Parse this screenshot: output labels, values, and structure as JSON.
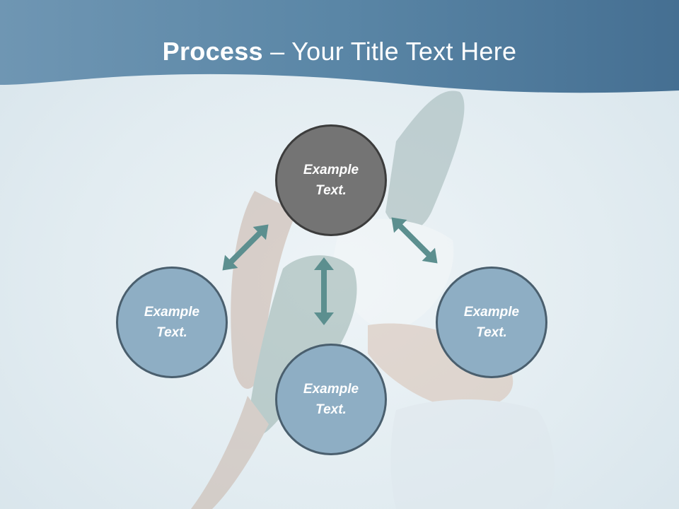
{
  "header": {
    "title_bold": "Process",
    "title_rest": " – Your Title Text Here"
  },
  "diagram": {
    "nodes": {
      "top": {
        "label": "Example Text."
      },
      "left": {
        "label": "Example Text."
      },
      "right": {
        "label": "Example Text."
      },
      "bottom": {
        "label": "Example Text."
      }
    }
  },
  "colors": {
    "header": "#4f7fa0",
    "node_top": "#747474",
    "node_default": "#8eaec4",
    "arrow": "#5c8f8f"
  }
}
